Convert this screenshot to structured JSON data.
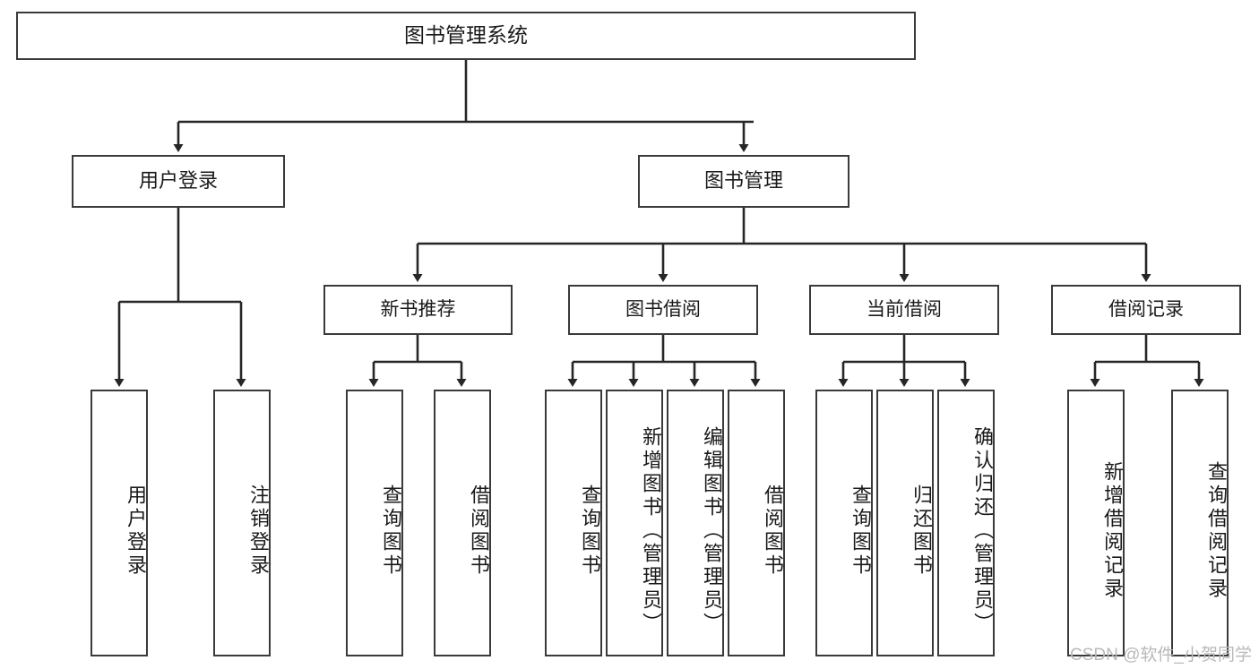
{
  "diagram": {
    "type": "tree",
    "title": "图书管理系统",
    "orientation": "top-down",
    "colors": {
      "border": "#3a3a3a",
      "background": "#ffffff",
      "text": "#1a1a1a",
      "edge": "#262626",
      "watermark": "#b9b9b9"
    },
    "root": {
      "label": "图书管理系统"
    },
    "level1": [
      {
        "label": "用户登录"
      },
      {
        "label": "图书管理"
      }
    ],
    "level2": [
      {
        "label": "新书推荐"
      },
      {
        "label": "图书借阅"
      },
      {
        "label": "当前借阅"
      },
      {
        "label": "借阅记录"
      }
    ],
    "leaves": [
      {
        "label": "用户登录",
        "parent": "用户登录"
      },
      {
        "label": "注销登录",
        "parent": "用户登录"
      },
      {
        "label": "查询图书",
        "parent": "新书推荐"
      },
      {
        "label": "借阅图书",
        "parent": "新书推荐"
      },
      {
        "label": "查询图书",
        "parent": "图书借阅"
      },
      {
        "label": "新增图书（管理员）",
        "parent": "图书借阅"
      },
      {
        "label": "编辑图书（管理员）",
        "parent": "图书借阅"
      },
      {
        "label": "借阅图书",
        "parent": "图书借阅"
      },
      {
        "label": "查询图书",
        "parent": "当前借阅"
      },
      {
        "label": "归还图书",
        "parent": "当前借阅"
      },
      {
        "label": "确认归还（管理员）",
        "parent": "当前借阅"
      },
      {
        "label": "新增借阅记录",
        "parent": "借阅记录"
      },
      {
        "label": "查询借阅记录",
        "parent": "借阅记录"
      }
    ]
  },
  "watermark": {
    "text": "CSDN @软件_小贺同学"
  }
}
